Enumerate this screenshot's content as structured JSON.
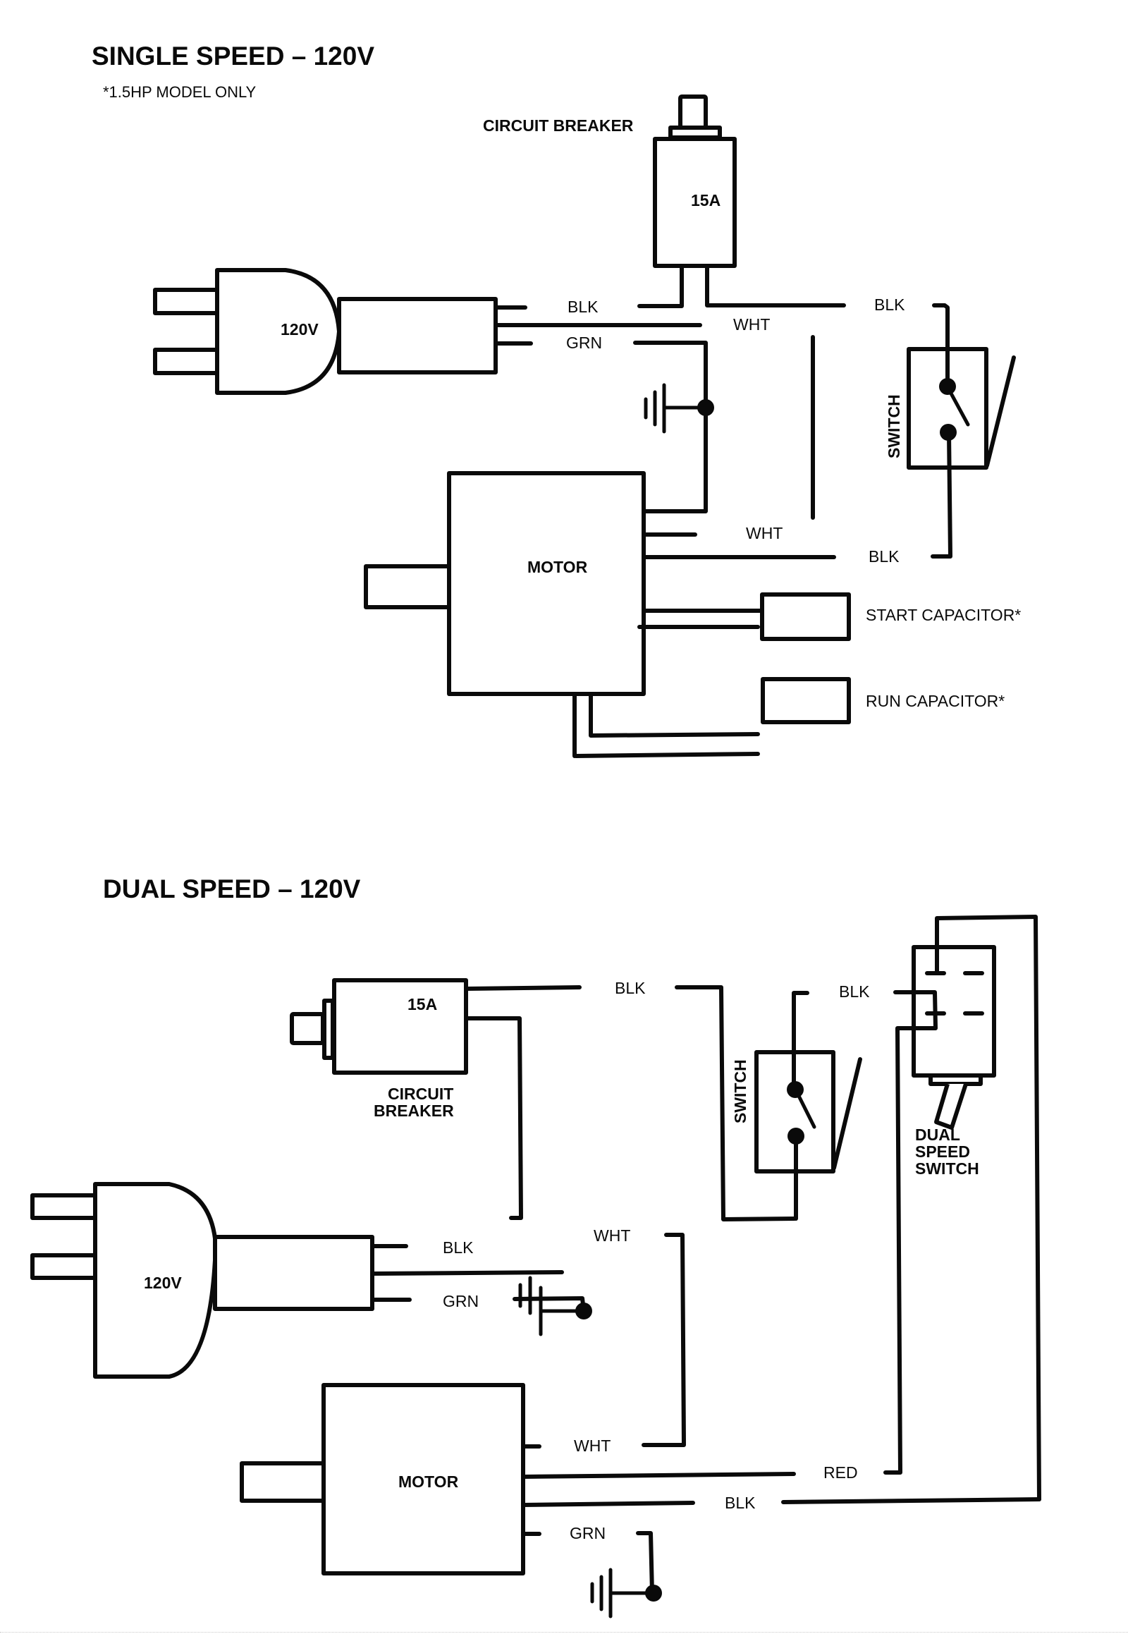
{
  "single_speed": {
    "title": "SINGLE SPEED –  120V",
    "note": "*1.5HP MODEL ONLY",
    "circuit_breaker_label": "CIRCUIT  BREAKER",
    "breaker_rating": "15A",
    "plug_label": "120V",
    "motor_label": "MOTOR",
    "switch_label": "SWITCH",
    "wire_labels": {
      "plug_blk": "BLK",
      "plug_grn": "GRN",
      "top_wht": "WHT",
      "switch_top_blk": "BLK",
      "motor_wht": "WHT",
      "motor_blk": "BLK"
    },
    "start_capacitor_label": "START CAPACITOR*",
    "run_capacitor_label": "RUN CAPACITOR*"
  },
  "dual_speed": {
    "title": "DUAL SPEED – 120V",
    "breaker_rating": "15A",
    "circuit_breaker_label_line1": "CIRCUIT",
    "circuit_breaker_label_line2": "BREAKER",
    "plug_label": "120V",
    "motor_label": "MOTOR",
    "switch_label": "SWITCH",
    "dual_switch_label_line1": "DUAL",
    "dual_switch_label_line2": "SPEED",
    "dual_switch_label_line3": "SWITCH",
    "wire_labels": {
      "breaker_blk": "BLK",
      "switch_blk": "BLK",
      "plug_blk": "BLK",
      "plug_grn": "GRN",
      "plug_wht": "WHT",
      "motor_wht": "WHT",
      "motor_red": "RED",
      "motor_blk": "BLK",
      "motor_grn": "GRN"
    }
  }
}
